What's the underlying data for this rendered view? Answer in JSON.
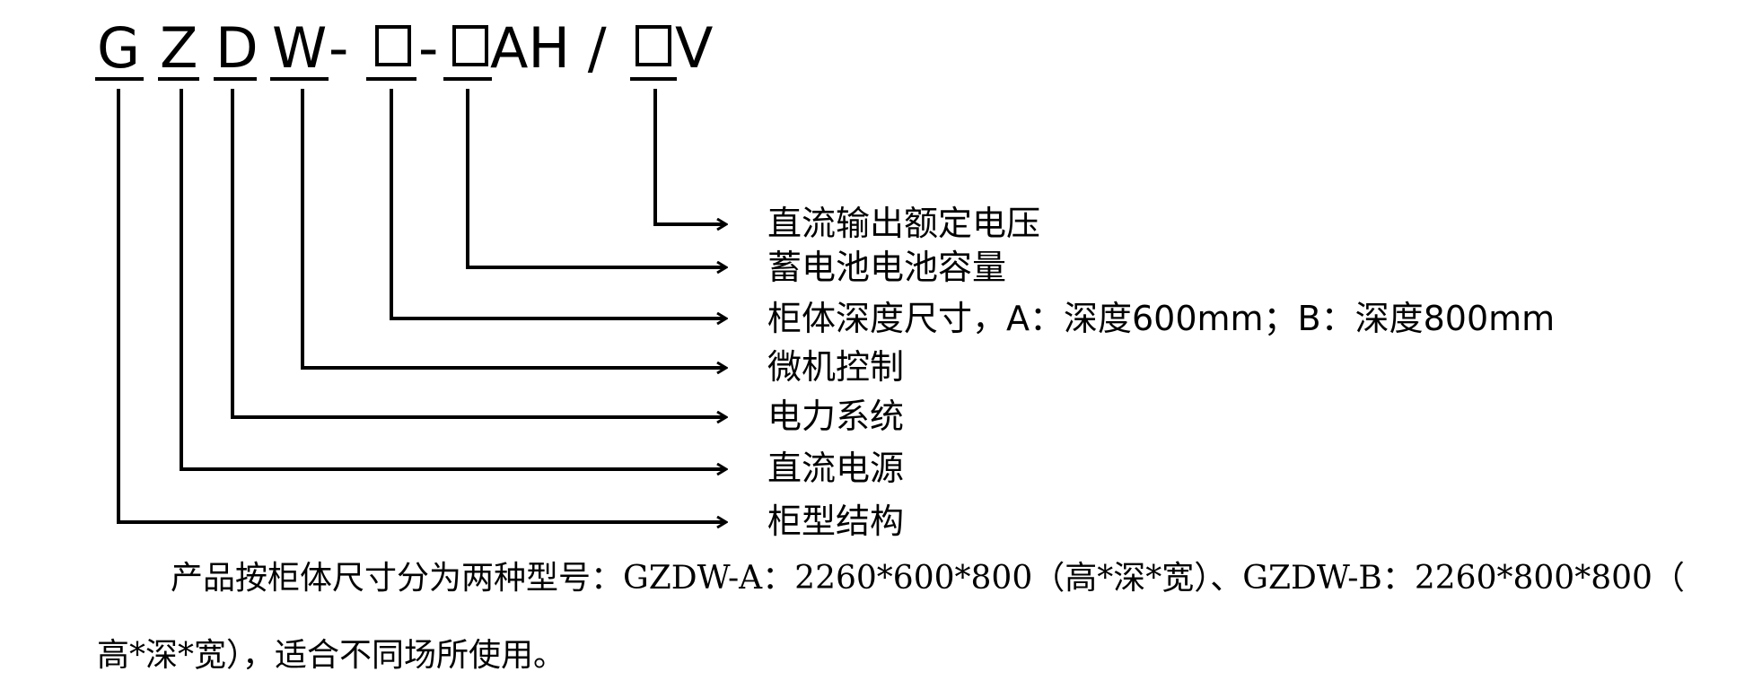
{
  "model_code": {
    "G": "G",
    "Z": "Z",
    "D": "D",
    "W": "W",
    "dash1": "-",
    "dash2": "-",
    "ah_slash": "AH /",
    "v": "V"
  },
  "legend": [
    {
      "key": "voltage",
      "text": "直流输出额定电压"
    },
    {
      "key": "capacity",
      "text": "蓄电池电池容量"
    },
    {
      "key": "depth",
      "text": "柜体深度尺寸，A：深度600mm；B：深度800mm"
    },
    {
      "key": "micro",
      "text": "微机控制"
    },
    {
      "key": "power",
      "text": "电力系统"
    },
    {
      "key": "dc",
      "text": "直流电源"
    },
    {
      "key": "structure",
      "text": "柜型结构"
    }
  ],
  "description": {
    "line1": "产品按柜体尺寸分为两种型号：GZDW-A：2260*600*800（高*深*宽）、GZDW-B：2260*800*800（",
    "line2": "高*深*宽），适合不同场所使用。"
  }
}
